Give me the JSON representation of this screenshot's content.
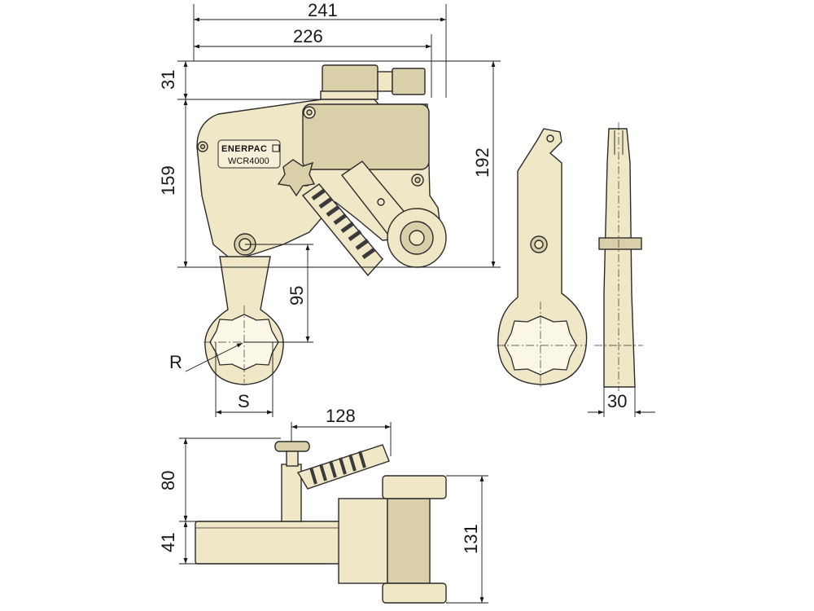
{
  "colors": {
    "part_fill": "#efe7c6",
    "part_shadow": "#d9cfa8",
    "outline": "#2b2b2b",
    "background": "#ffffff"
  },
  "tool": {
    "brand": "ENERPAC",
    "model": "WCR4000"
  },
  "dimensions": {
    "overall_width": "241",
    "body_width": "226",
    "top_offset": "31",
    "body_height": "159",
    "overall_height": "192",
    "ring_offset": "95",
    "radius_label": "R",
    "socket_label": "S",
    "handle_reach": "128",
    "handle_height": "80",
    "bottom_thickness": "41",
    "bottom_width": "131",
    "side_thickness": "30"
  }
}
